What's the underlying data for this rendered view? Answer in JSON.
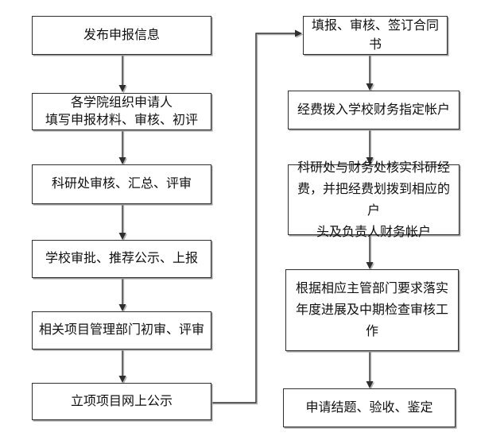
{
  "colors": {
    "background": "#ffffff",
    "box_border": "#2f2f2f",
    "box_shadow": "#999999",
    "line_color": "#2e2e2e",
    "text_color": "#101010"
  },
  "flowchart": {
    "left_column": [
      {
        "name": "publish-application-info",
        "text": "发布申报信息"
      },
      {
        "name": "college-organize-applicants",
        "text": "各学院组织申请人\n填写申报材料、审核、初评"
      },
      {
        "name": "research-office-review",
        "text": "科研处审核、汇总、评审"
      },
      {
        "name": "school-approval-publicity-submit",
        "text": "学校审批、推荐公示、上报"
      },
      {
        "name": "project-dept-initial-review",
        "text": "相关项目管理部门初审、评审"
      },
      {
        "name": "approved-projects-online-publicity",
        "text": "立项项目网上公示"
      }
    ],
    "right_column": [
      {
        "name": "fill-review-sign-contract",
        "text": "填报、审核、签订合同书"
      },
      {
        "name": "funds-to-school-account",
        "text": "经费拨入学校财务指定帐户"
      },
      {
        "name": "verify-and-allocate-funds",
        "text": "科研处与财务处核实科研经\n费，并把经费划拨到相应的户\n头及负责人财务帐户"
      },
      {
        "name": "annual-progress-midterm-check",
        "text": "根据相应主管部门要求落实\n年度进展及中期检查审核工\n作"
      },
      {
        "name": "apply-conclusion-acceptance",
        "text": "申请结题、验收、鉴定"
      }
    ],
    "edges": [
      {
        "from": "publish-application-info",
        "to": "college-organize-applicants"
      },
      {
        "from": "college-organize-applicants",
        "to": "research-office-review"
      },
      {
        "from": "research-office-review",
        "to": "school-approval-publicity-submit"
      },
      {
        "from": "school-approval-publicity-submit",
        "to": "project-dept-initial-review"
      },
      {
        "from": "project-dept-initial-review",
        "to": "approved-projects-online-publicity"
      },
      {
        "from": "approved-projects-online-publicity",
        "to": "fill-review-sign-contract"
      },
      {
        "from": "fill-review-sign-contract",
        "to": "funds-to-school-account"
      },
      {
        "from": "funds-to-school-account",
        "to": "verify-and-allocate-funds"
      },
      {
        "from": "verify-and-allocate-funds",
        "to": "annual-progress-midterm-check"
      },
      {
        "from": "annual-progress-midterm-check",
        "to": "apply-conclusion-acceptance"
      }
    ]
  }
}
